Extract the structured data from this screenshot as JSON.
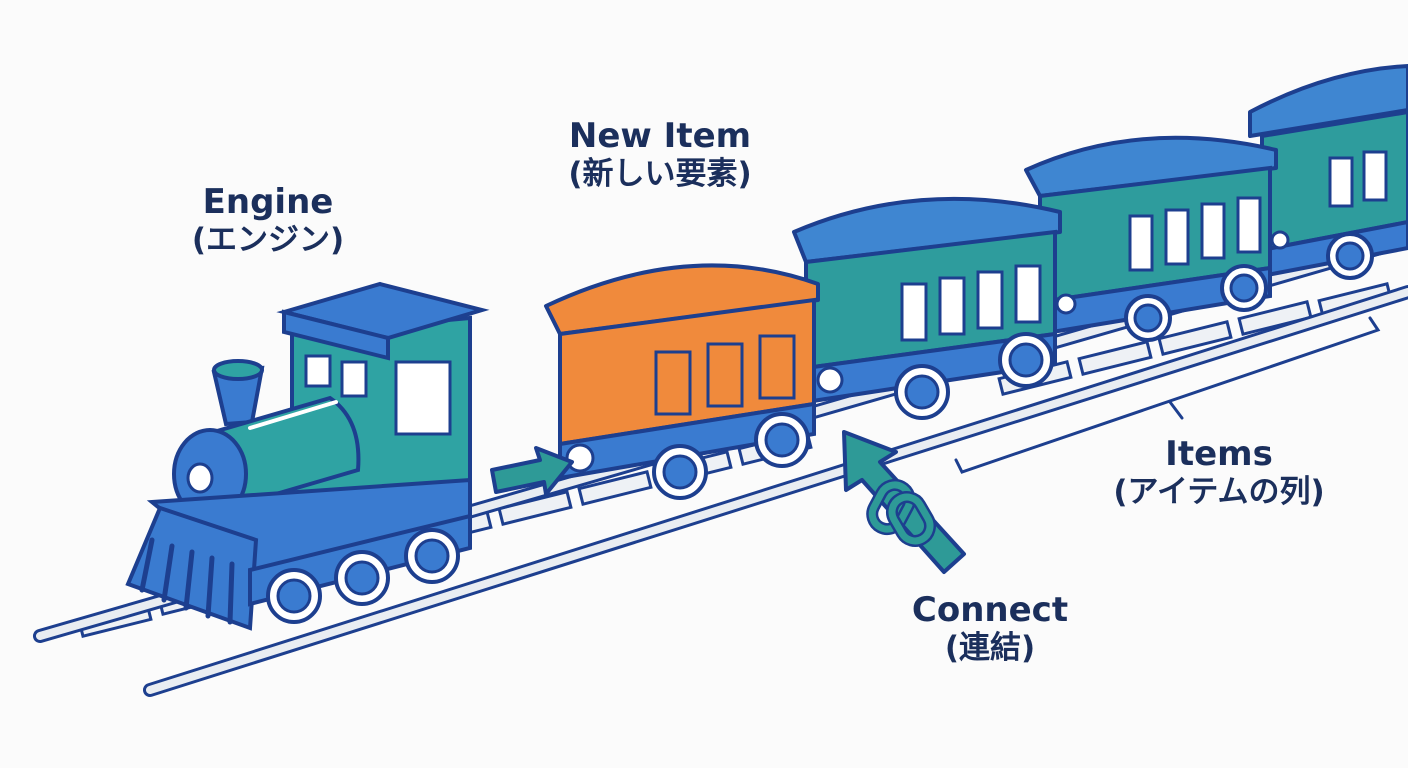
{
  "labels": {
    "engine": {
      "en": "Engine",
      "jp": "(エンジン)"
    },
    "new_item": {
      "en": "New Item",
      "jp": "(新しい要素)"
    },
    "connect": {
      "en": "Connect",
      "jp": "(連結)"
    },
    "items": {
      "en": "Items",
      "jp": "(アイテムの列)"
    }
  },
  "icons": {
    "engine": "steam-locomotive-icon",
    "new_item": "train-car-icon",
    "items": "train-car-icon",
    "connect": "chain-link-icon",
    "arrow": "arrow-icon"
  },
  "colors": {
    "outline": "#1d3f8f",
    "engine_blue": "#3a7bd0",
    "engine_teal": "#2fa3a3",
    "new_item_orange": "#f08a3c",
    "car_teal": "#2e9c9d",
    "car_roof_blue": "#3f86d1",
    "arrow_teal": "#2e9a97",
    "rail_gray": "#e9edf2",
    "label_text": "#1b2f5c"
  }
}
